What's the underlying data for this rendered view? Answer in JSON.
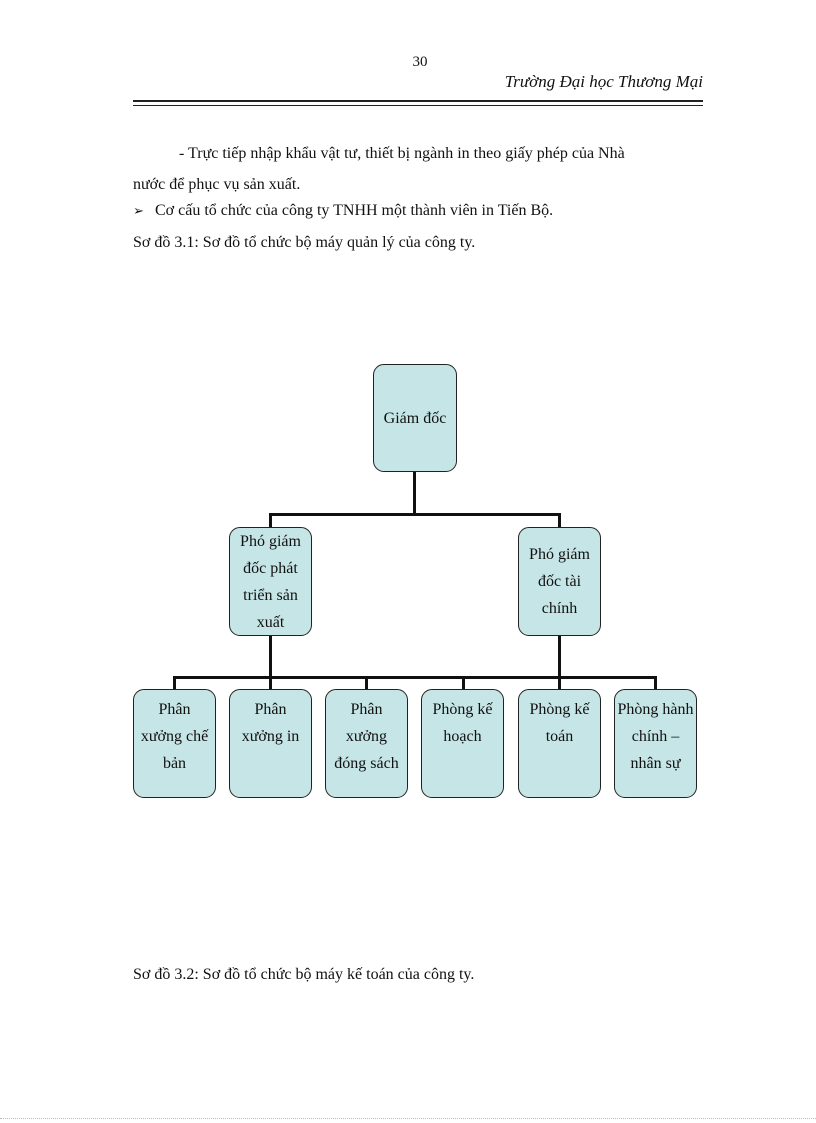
{
  "header": {
    "page_number": "30",
    "school": "Trường Đại học Thương Mại"
  },
  "body": {
    "paragraph_1_line_1": "- Trực tiếp nhập khẩu vật tư, thiết bị ngành in theo giấy phép của Nhà",
    "paragraph_1_line_2": "nước để phục vụ sản xuất.",
    "bullet_mark": "➢",
    "bullet_1": "Cơ cấu tổ chức của công ty TNHH một thành viên in Tiến Bộ.",
    "caption_1": "Sơ đồ 3.1: Sơ đồ tổ chức bộ máy quản lý của công ty.",
    "caption_2": "Sơ đồ 3.2: Sơ đồ tổ chức bộ máy kế toán của công ty."
  },
  "org_chart": {
    "director": "Giám đốc",
    "deputy_production": "Phó giám đốc phát triển sản xuất",
    "deputy_finance": "Phó giám đốc tài chính",
    "units": [
      "Phân xưởng chế bản",
      "Phân xưởng in",
      "Phân xưởng đóng sách",
      "Phòng kế hoạch",
      "Phòng kế toán",
      "Phòng hành chính – nhân sự"
    ],
    "box_fill": "#c6e5e7"
  }
}
